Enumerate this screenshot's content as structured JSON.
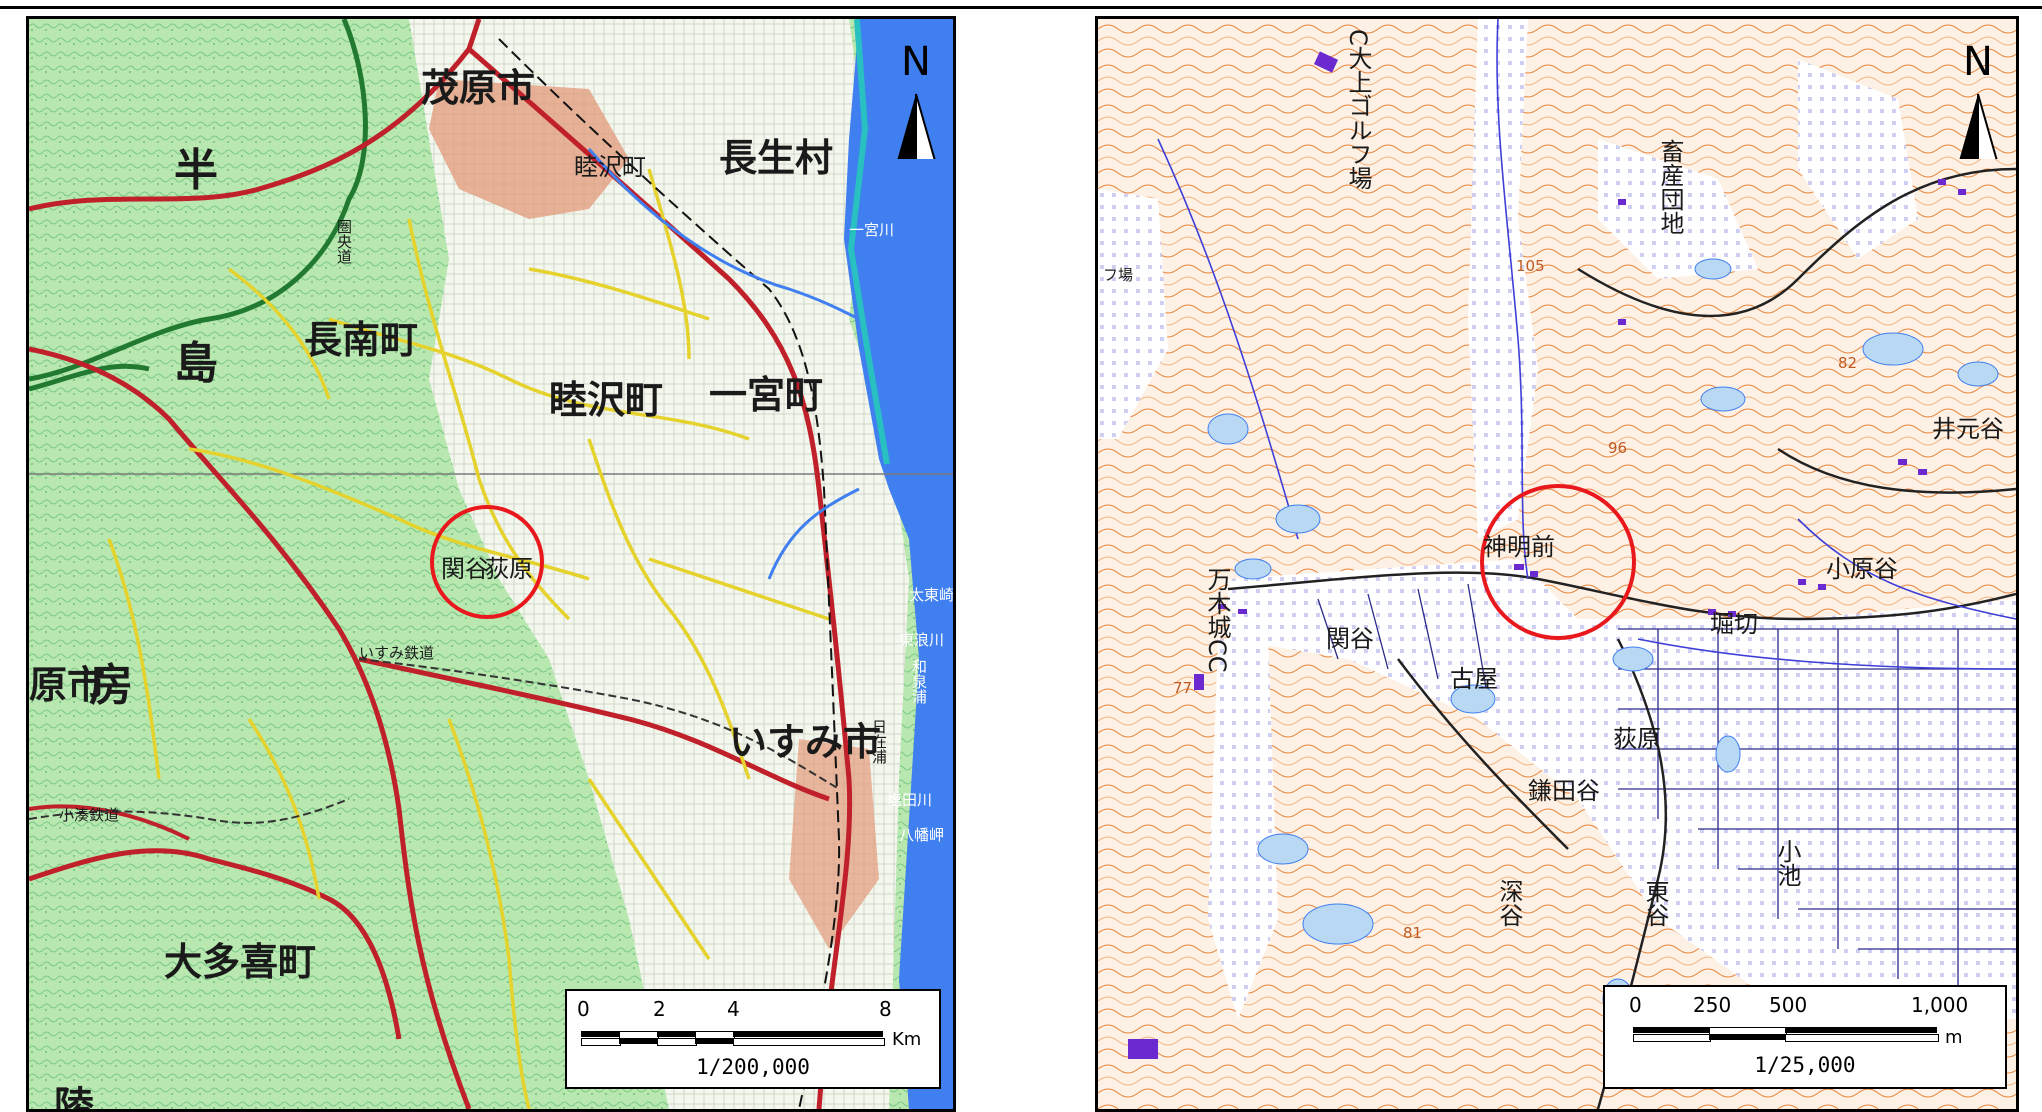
{
  "left_map": {
    "place_labels": {
      "mobara": "茂原市",
      "chosei": "長生村",
      "mutsuzawa_small": "睦沢町",
      "chonan": "長南町",
      "mutsuzawa": "睦沢町",
      "ichinomiya": "一宮町",
      "isumi": "いすみ市",
      "otaki": "大多喜町",
      "hara_shi": "原市",
      "hanto_1": "半",
      "hanto_2": "島",
      "boso": "房",
      "kyuryo": "陵",
      "sekiya": "関谷",
      "ogiwara": "荻原",
      "ichinomiya_river": "一宮川",
      "taito_point": "太東崎",
      "tokai": "東浪川",
      "izumi_bay": "和泉浦",
      "nikkyo": "日在浦",
      "shiota": "塩田川",
      "hachiman": "八幡岬",
      "kominato": "小湊鉄道",
      "isumi_rail": "いすみ鉄道",
      "ken_central": "圏央道"
    },
    "north_label": "N",
    "scale": {
      "ticks": [
        "0",
        "2",
        "4",
        "8"
      ],
      "unit": "Km",
      "ratio": "1/200,000"
    }
  },
  "right_map": {
    "place_labels": {
      "golf_top": "C大上ゴルフ場",
      "golf_left": "フ場",
      "chikusan": "畜産団地",
      "mangijo": "万木城CC",
      "shinmeimae": "神明前",
      "sekiya": "関谷",
      "furuya": "古屋",
      "ogiwara": "荻原",
      "kamatae": "鎌田谷",
      "fukaya": "深谷",
      "higashiya": "東谷",
      "koike": "小池",
      "ohara": "小原谷",
      "horikiri": "堀切",
      "imotoya": "井元谷",
      "elev_105": "105",
      "elev_96": "96",
      "elev_82": "82",
      "elev_77": "77",
      "elev_81": "81"
    },
    "north_label": "N",
    "scale": {
      "ticks": [
        "0",
        "250",
        "500",
        "1,000"
      ],
      "unit": "m",
      "ratio": "1/25,000"
    }
  },
  "colors": {
    "forest": "#9fe0a0",
    "forest_light": "#c8efc2",
    "sea": "#3f7ff0",
    "highway": "#c0202a",
    "expressway": "#217a30",
    "prefroad": "#e6d22c",
    "urban": "#d88a6a",
    "contour": "#e8823a",
    "water": "#9fc8ef",
    "paddy_line": "#4b4bd8",
    "circle": "#e8181c"
  }
}
